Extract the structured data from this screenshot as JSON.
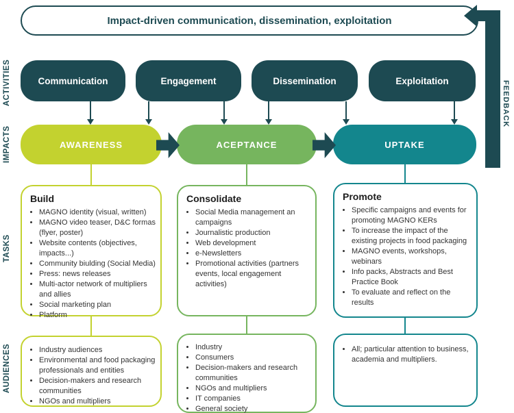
{
  "header": {
    "title": "Impact-driven communication, dissemination, exploitation"
  },
  "feedback": {
    "label": "FEEDBACK"
  },
  "row_labels": {
    "activities": "ACTIVITIES",
    "impacts": "IMPACTS",
    "tasks": "TASKS",
    "audiences": "AUDIENCES"
  },
  "activities": [
    "Communication",
    "Engagement",
    "Dissemination",
    "Exploitation"
  ],
  "impacts": [
    "AWARENESS",
    "ACEPTANCE",
    "UPTAKE"
  ],
  "tasks": [
    {
      "title": "Build",
      "items": [
        "MAGNO identity (visual, written)",
        "MAGNO video teaser, D&C formas (flyer, poster)",
        "Website contents (objectives, impacts...)",
        "Community biulding (Social Media)",
        "Press: news releases",
        "Multi-actor network of multipliers and allies",
        "Social marketing plan",
        "Platform"
      ]
    },
    {
      "title": "Consolidate",
      "items": [
        "Social Media management an campaigns",
        "Journalistic production",
        "Web development",
        "e-Newsletters",
        "Promotional activities (partners events, local engagement activities)"
      ]
    },
    {
      "title": "Promote",
      "items": [
        "Specific campaigns and events for promoting MAGNO KERs",
        "To increase the impact of the existing projects in food packaging",
        "MAGNO events, workshops, webinars",
        "Info packs, Abstracts and Best Practice Book",
        "To evaluate and reflect on the results"
      ]
    }
  ],
  "audiences": [
    {
      "items": [
        "Industry audiences",
        "Environmental and food packaging professionals and entities",
        "Decision-makers and research communities",
        "NGOs and multipliers"
      ]
    },
    {
      "items": [
        "Industry",
        "Consumers",
        "Decision-makers and research communities",
        "NGOs and multipliers",
        "IT companies",
        "General society"
      ]
    },
    {
      "items": [
        "All; particular attention to business, academia and multipliers."
      ]
    }
  ],
  "colors": {
    "dark_teal": "#1d4a52",
    "yellow_green": "#c3d22f",
    "green": "#76b55e",
    "teal": "#13868d"
  }
}
